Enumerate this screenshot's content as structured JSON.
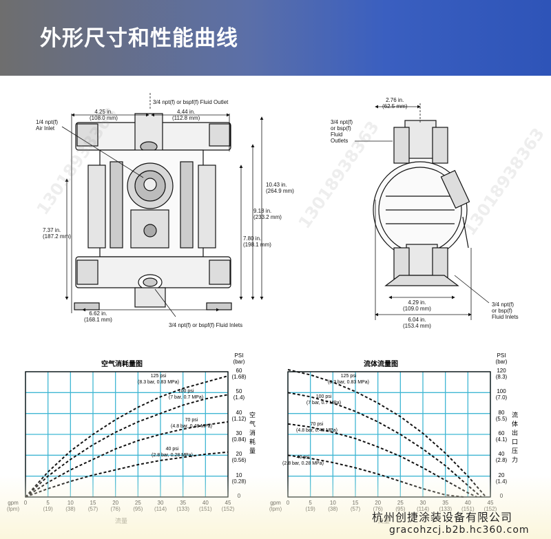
{
  "header": {
    "title": "外形尺寸和性能曲线"
  },
  "drawing_front": {
    "labels": {
      "outlet": "3/4 npt(f) or bspf(f) Fluid Outlet",
      "air_inlet": "1/4 npt(f)\nAir Inlet",
      "w_left": "4.25 in.\n(108.0 mm)",
      "w_right": "4.44 in.\n(112.8 mm)",
      "h_total": "10.43 in.\n(264.9 mm)",
      "h_918": "9.18 in.\n(233.2 mm)",
      "h_780": "7.80 in.\n(198.1 mm)",
      "h_737": "7.37 in.\n(187.2 mm)",
      "w_662": "6.62 in.\n(168.1 mm)",
      "inlets": "3/4 npt(f) or bspf(f) Fluid Inlets"
    }
  },
  "drawing_side": {
    "labels": {
      "w_276": "2.76 in.\n(62.5 mm)",
      "outlets": "3/4 npt(f)\nor bsp(f)\nFluid\nOutlets",
      "w_429": "4.29 in.\n(109.0 mm)",
      "w_604": "6.04 in.\n(153.4 mm)",
      "inlets": "3/4 npt(f)\nor bsp(f)\nFluid Inlets"
    }
  },
  "chart_data": [
    {
      "type": "line",
      "title": "空气消耗量图",
      "xlabel": "流量",
      "ylabel_right": "空气消耗量",
      "y_unit_top": "PSI\n(bar)",
      "x_unit_left": "gpm\n(lpm)",
      "x_ticks": [
        {
          "v": 0,
          "l": "0"
        },
        {
          "v": 5,
          "l": "5\n(19)"
        },
        {
          "v": 10,
          "l": "10\n(38)"
        },
        {
          "v": 15,
          "l": "15\n(57)"
        },
        {
          "v": 20,
          "l": "20\n(76)"
        },
        {
          "v": 25,
          "l": "25\n(95)"
        },
        {
          "v": 30,
          "l": "30\n(114)"
        },
        {
          "v": 35,
          "l": "35\n(133)"
        },
        {
          "v": 40,
          "l": "40\n(151)"
        },
        {
          "v": 45,
          "l": "45\n(152)"
        }
      ],
      "y_ticks": [
        {
          "v": 0,
          "l": "0"
        },
        {
          "v": 10,
          "l": "10\n(0.28)"
        },
        {
          "v": 20,
          "l": "20\n(0.56)"
        },
        {
          "v": 30,
          "l": "30\n(0.84)"
        },
        {
          "v": 40,
          "l": "40\n(1.12)"
        },
        {
          "v": 50,
          "l": "50\n(1.4)"
        },
        {
          "v": 60,
          "l": "60\n(1.68)"
        }
      ],
      "xlim": [
        0,
        45
      ],
      "ylim": [
        0,
        60
      ],
      "series": [
        {
          "name": "125 psi\n(8.3 bar, 0.83 MPa)",
          "x": [
            0,
            5,
            10,
            15,
            20,
            25,
            30,
            35,
            40,
            45
          ],
          "y": [
            0,
            12,
            22,
            30,
            37,
            43,
            48,
            52,
            55,
            58
          ]
        },
        {
          "name": "100 psi\n(7 bar, 0.7 MPa)",
          "x": [
            0,
            5,
            10,
            15,
            20,
            25,
            30,
            35,
            40,
            45
          ],
          "y": [
            0,
            10,
            18,
            25,
            31,
            36,
            40,
            44,
            47,
            49
          ]
        },
        {
          "name": "70 psi\n(4.8 bar, 0.48 MPa)",
          "x": [
            0,
            5,
            10,
            15,
            20,
            25,
            30,
            35,
            40,
            45
          ],
          "y": [
            0,
            7,
            13,
            18,
            23,
            27,
            30,
            32.5,
            34.5,
            36
          ]
        },
        {
          "name": "40 psi\n(2.8 bar, 0.28 MPa)",
          "x": [
            0,
            5,
            10,
            15,
            20,
            25,
            30,
            35,
            40,
            45
          ],
          "y": [
            0,
            4,
            7.5,
            10.5,
            13,
            15.5,
            17.5,
            19,
            20.5,
            21.5
          ]
        }
      ]
    },
    {
      "type": "line",
      "title": "流体流量图",
      "xlabel": "流量",
      "ylabel_right": "流体出口压力",
      "y_unit_top": "PSI\n(bar)",
      "x_unit_left": "gpm\n(lpm)",
      "x_ticks": [
        {
          "v": 0,
          "l": "0"
        },
        {
          "v": 5,
          "l": "5\n(19)"
        },
        {
          "v": 10,
          "l": "10\n(38)"
        },
        {
          "v": 15,
          "l": "15\n(57)"
        },
        {
          "v": 20,
          "l": "20\n(76)"
        },
        {
          "v": 25,
          "l": "25\n(95)"
        },
        {
          "v": 30,
          "l": "30\n(114)"
        },
        {
          "v": 35,
          "l": "35\n(133)"
        },
        {
          "v": 40,
          "l": "40\n(151)"
        },
        {
          "v": 45,
          "l": "45\n(152)"
        }
      ],
      "y_ticks": [
        {
          "v": 0,
          "l": "0"
        },
        {
          "v": 20,
          "l": "20\n(1.4)"
        },
        {
          "v": 40,
          "l": "40\n(2.8)"
        },
        {
          "v": 60,
          "l": "60\n(4.1)"
        },
        {
          "v": 80,
          "l": "80\n(5.5)"
        },
        {
          "v": 100,
          "l": "100\n(7.0)"
        },
        {
          "v": 120,
          "l": "120\n(8.3)"
        }
      ],
      "xlim": [
        0,
        45
      ],
      "ylim": [
        0,
        120
      ],
      "series": [
        {
          "name": "125 psi\n(8.3 bar, 0.83 MPa)",
          "x": [
            0,
            5,
            10,
            15,
            20,
            25,
            30,
            35,
            40,
            44
          ],
          "y": [
            122,
            117,
            110,
            101,
            90,
            77,
            61,
            42,
            20,
            0
          ]
        },
        {
          "name": "100 psi\n(7 bar, 0.7 MPa)",
          "x": [
            0,
            5,
            10,
            15,
            20,
            25,
            30,
            35,
            40,
            43
          ],
          "y": [
            100,
            96,
            90,
            82,
            72,
            60,
            46,
            30,
            11,
            0
          ]
        },
        {
          "name": "70 psi\n(4.8 bar, 0.48 MPa)",
          "x": [
            0,
            5,
            10,
            15,
            20,
            25,
            30,
            35,
            40,
            42
          ],
          "y": [
            70,
            67,
            62,
            56,
            48,
            39,
            28,
            16,
            4,
            0
          ]
        },
        {
          "name": "40 psi\n(2.8 bar, 0.28 MPa)",
          "x": [
            0,
            5,
            10,
            15,
            20,
            25,
            30,
            35,
            39
          ],
          "y": [
            40,
            37,
            33,
            28,
            22,
            15,
            8,
            2,
            0
          ]
        }
      ]
    }
  ],
  "footer": {
    "company": "杭州创捷涂装设备有限公司",
    "url": "gracohzcj.b2b.hc360.com"
  }
}
